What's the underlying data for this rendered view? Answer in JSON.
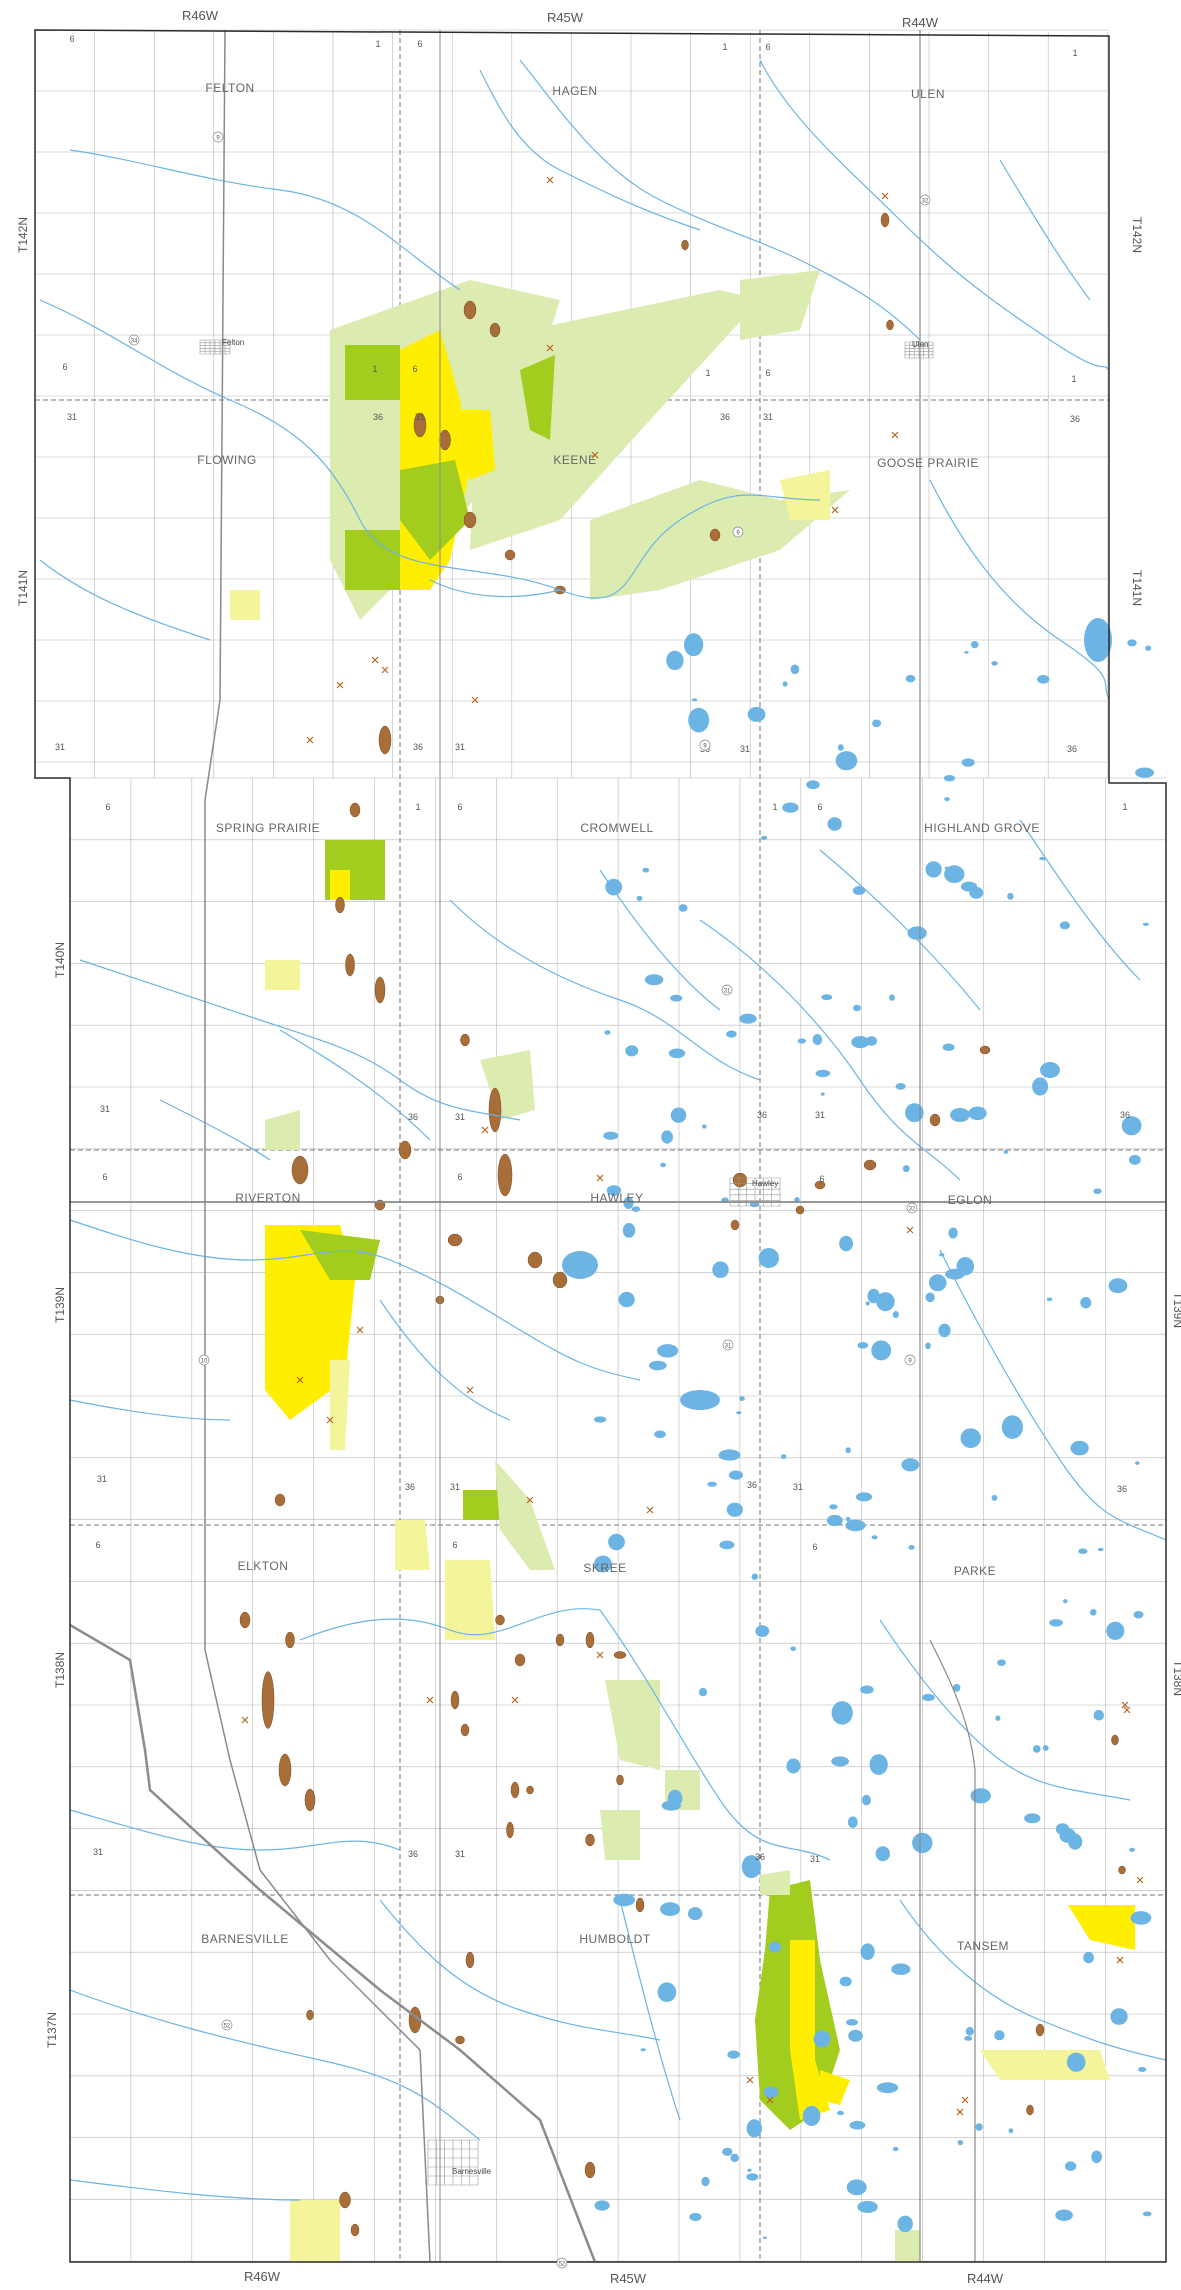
{
  "ranges_top": [
    "R46W",
    "R45W",
    "R44W"
  ],
  "ranges_bottom": [
    "R46W",
    "R45W",
    "R44W"
  ],
  "township_numbers": {
    "left": [
      "T142N",
      "T141N",
      "T140N",
      "T139N",
      "T138N",
      "T137N"
    ],
    "right": [
      "T142N",
      "T141N",
      "T139N",
      "T138N"
    ]
  },
  "townships": [
    "FELTON",
    "HAGEN",
    "ULEN",
    "FLOWING",
    "KEENE",
    "GOOSE PRAIRIE",
    "SPRING PRAIRIE",
    "CROMWELL",
    "HIGHLAND GROVE",
    "RIVERTON",
    "HAWLEY",
    "EGLON",
    "ELKTON",
    "SKREE",
    "PARKE",
    "BARNESVILLE",
    "HUMBOLDT",
    "TANSEM"
  ],
  "cities": [
    "Felton",
    "Ulen",
    "Hawley",
    "Barnesville"
  ],
  "section_numbers": [
    "6",
    "1",
    "6",
    "1",
    "6",
    "1",
    "31",
    "36",
    "31",
    "36",
    "31",
    "36",
    "6",
    "1",
    "6",
    "1",
    "6",
    "1",
    "31",
    "36",
    "31",
    "36",
    "31",
    "36",
    "6",
    "1",
    "6",
    "1",
    "6",
    "1",
    "31",
    "36",
    "31",
    "36",
    "31",
    "36",
    "6",
    "6",
    "6",
    "31",
    "36",
    "31",
    "36",
    "31",
    "36",
    "6",
    "6",
    "6",
    "31",
    "36",
    "31",
    "36",
    "31"
  ],
  "route_numbers": [
    "9",
    "34",
    "32",
    "9",
    "9",
    "31",
    "32",
    "10",
    "9",
    "31",
    "52",
    "52"
  ],
  "colors": {
    "water": "#6cb4e4",
    "road": "#8a8a8a",
    "grid": "#b8b8b8",
    "border": "#2a2a2a",
    "gravel_pit": "#a86e3a",
    "yellow": "#ffee00",
    "yellow_light": "#f4f49a",
    "green": "#a2cc1e",
    "green_light": "#dcebb0",
    "railroad": "#8c8c8c"
  }
}
